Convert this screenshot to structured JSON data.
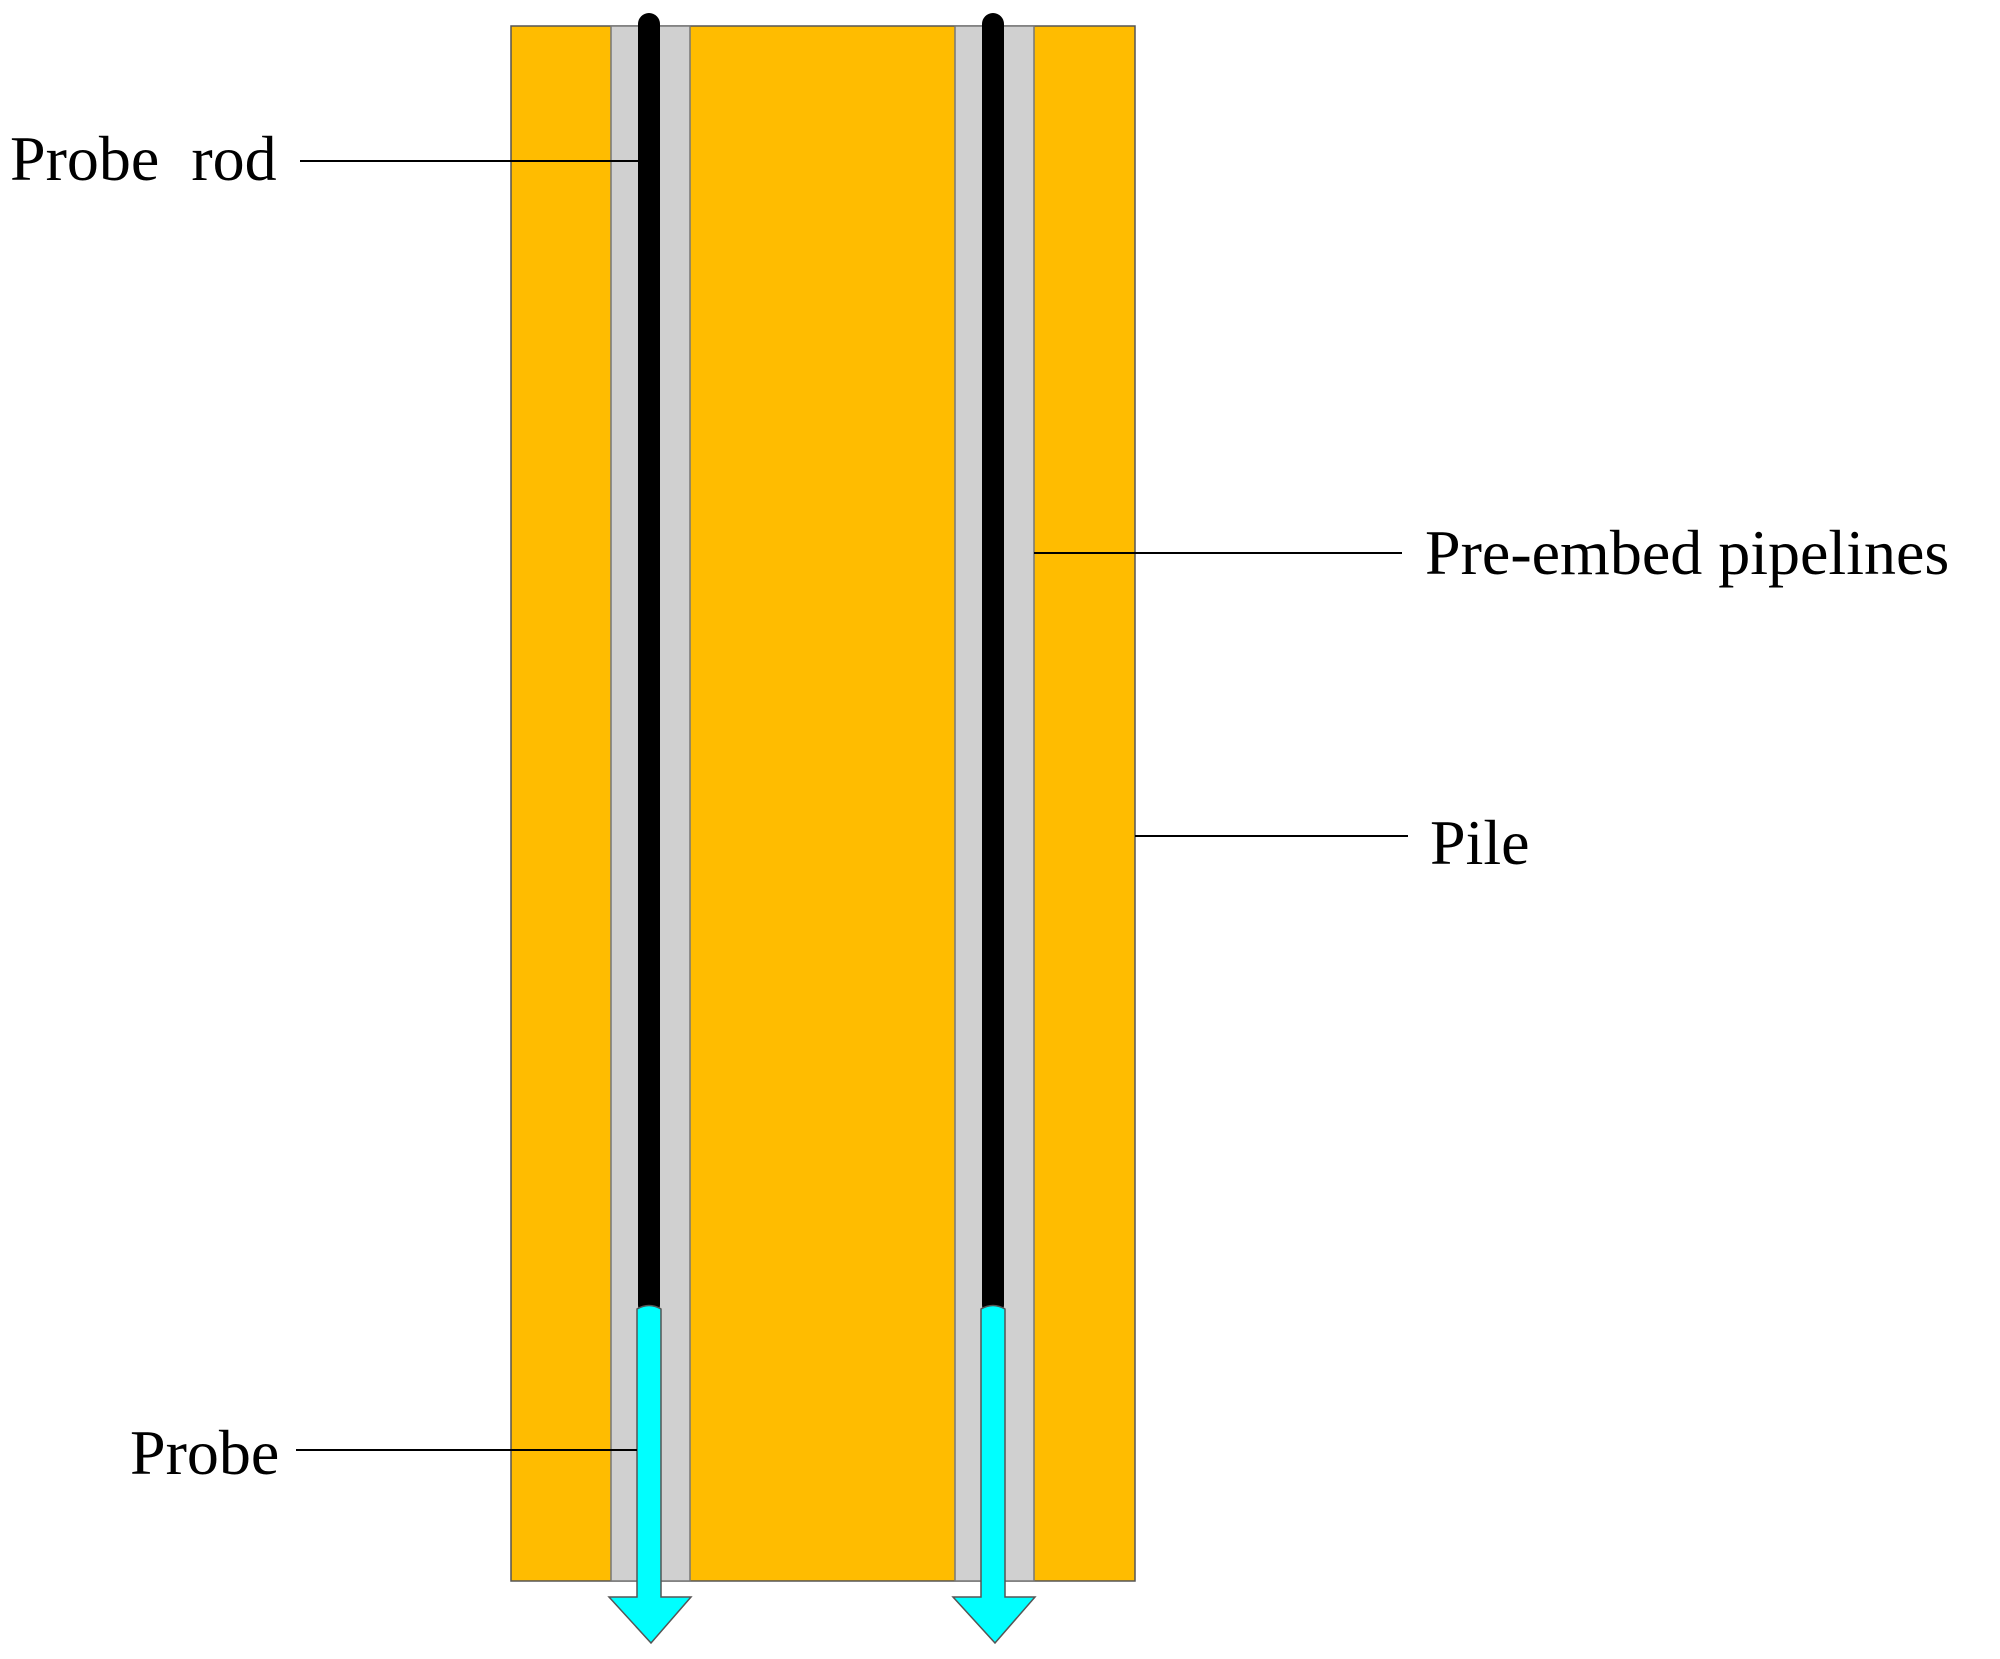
{
  "labels": {
    "probe_rod": "Probe  rod",
    "pre_embed_pipelines": "Pre-embed pipelines",
    "pile": "Pile",
    "probe": "Probe"
  },
  "colors": {
    "pile": "#FFBC00",
    "pipeline": "#D0D0D0",
    "rod": "#000000",
    "probe": "#00FFFF",
    "leader_line": "#000000",
    "background": "#FFFFFF"
  }
}
